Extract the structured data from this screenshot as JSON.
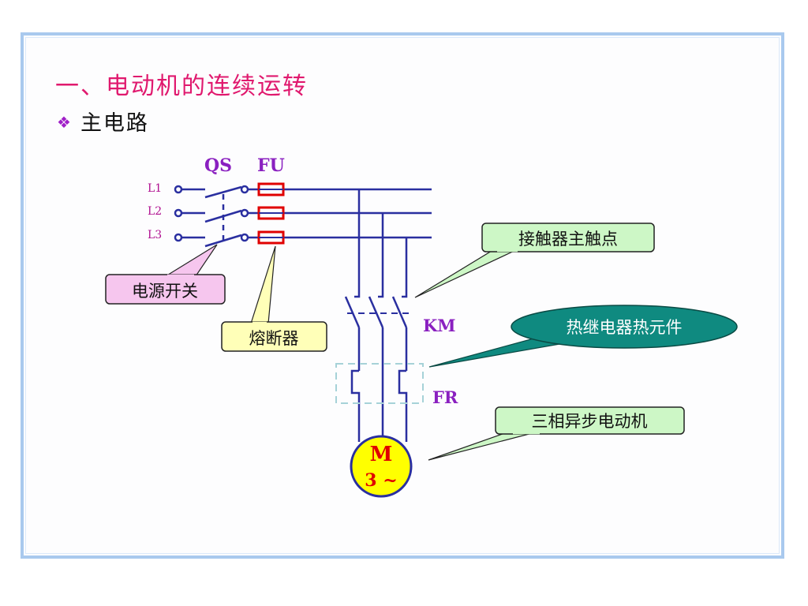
{
  "slide": {
    "title": "一、电动机的连续运转",
    "subtitle": "主电路",
    "bullet_icon": "diamond-cluster-icon"
  },
  "diagram": {
    "labels": {
      "qs": "QS",
      "fu": "FU",
      "km": "KM",
      "fr": "FR",
      "l1": "L1",
      "l2": "L2",
      "l3": "L3",
      "motor_m": "M",
      "motor_phase": "3 ~"
    },
    "callouts": {
      "switch": "电源开关",
      "fuse": "熔断器",
      "contactor": "接触器主触点",
      "thermal": "热继电器热元件",
      "motor": "三相异步电动机"
    }
  },
  "colors": {
    "title": "#e0196e",
    "wire": "#2a2fa0",
    "label_purple": "#8a20c0",
    "fuse_red": "#e00000",
    "motor_fill": "#ffff00",
    "motor_text": "#e00000",
    "callout_pink": "#f6c6ee",
    "callout_yellow": "#ffffb8",
    "callout_green": "#cdf7c6",
    "callout_teal": "#0f8a80",
    "frame": "#a9c9ee"
  }
}
